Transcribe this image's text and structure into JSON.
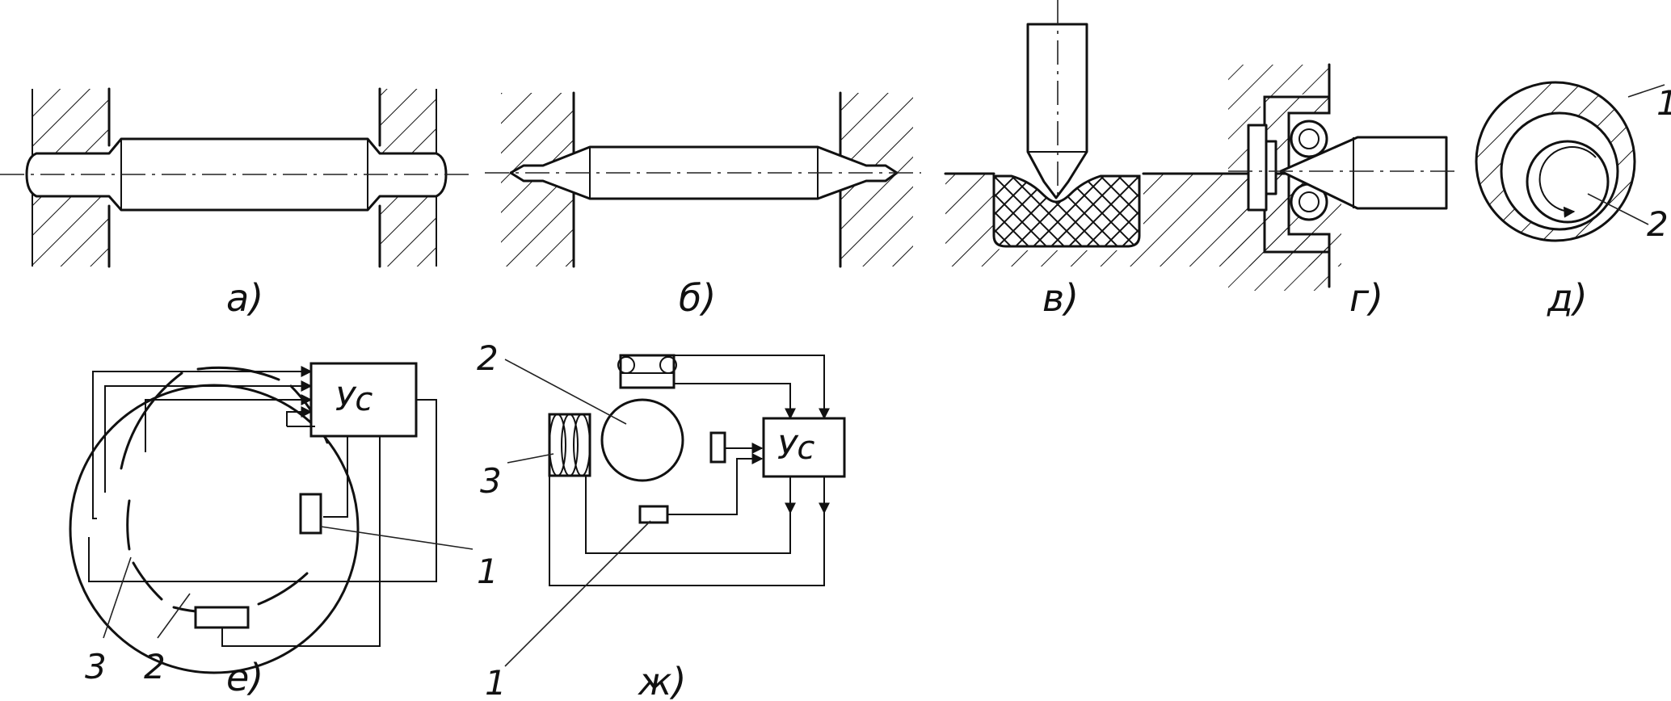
{
  "figure_labels": {
    "a": "а)",
    "b": "б)",
    "v": "в)",
    "g": "г)",
    "d": "д)",
    "e": "е)",
    "zh": "ж)"
  },
  "callouts": {
    "d_1": "1",
    "d_2": "2",
    "e_1": "1",
    "e_2": "2",
    "e_3": "3",
    "zh_1": "1",
    "zh_2": "2",
    "zh_3": "3"
  },
  "blocks": {
    "e_controller": "Ус",
    "zh_controller": "Ус"
  }
}
